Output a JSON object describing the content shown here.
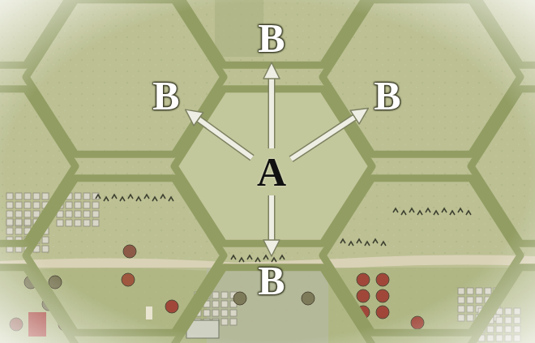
{
  "diagram": {
    "nodes": [
      {
        "text": [
          "A"
        ]
      },
      {
        "text": [
          "B"
        ]
      },
      {
        "text": [
          "B"
        ]
      },
      {
        "text": [
          "B"
        ]
      },
      {
        "text": [
          "B"
        ]
      }
    ],
    "edges": [
      {
        "from": 0,
        "to": 1,
        "arrow": "to"
      },
      {
        "from": 0,
        "to": 2,
        "arrow": "to"
      },
      {
        "from": 0,
        "to": 3,
        "arrow": "to"
      },
      {
        "from": 0,
        "to": 4,
        "arrow": "to"
      }
    ]
  }
}
